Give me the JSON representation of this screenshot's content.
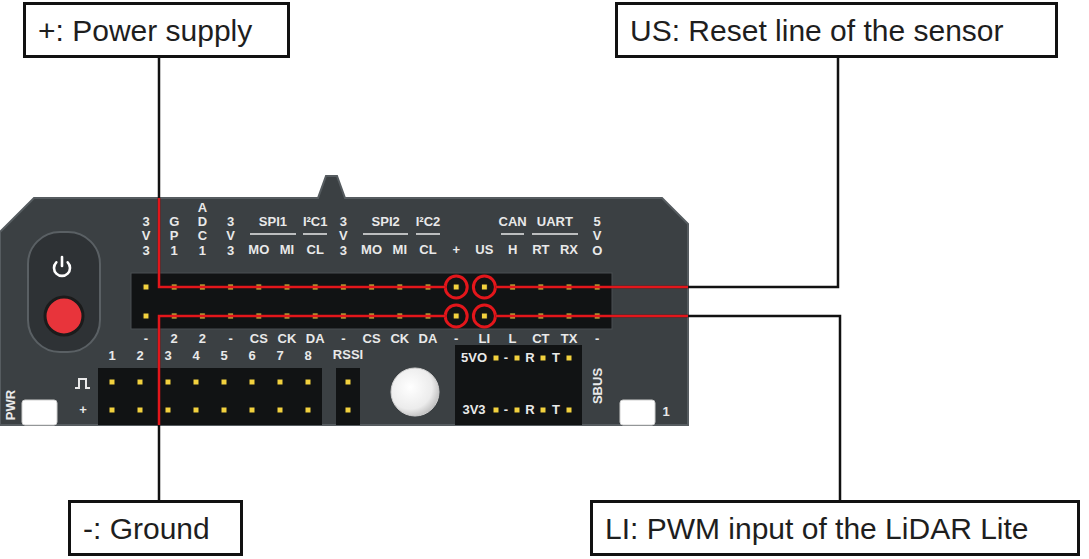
{
  "diagram": {
    "nodes": [
      {
        "text": [
          "+: Power supply"
        ]
      },
      {
        "text": [
          "US: Reset line of the sensor"
        ]
      },
      {
        "text": [
          "-: Ground"
        ]
      },
      {
        "text": [
          "LI: PWM input of the LiDAR Lite"
        ]
      }
    ],
    "labels": [
      "3V3",
      "GP1",
      "ADC1",
      "3V3",
      "SPI1",
      "I²C1",
      "MO",
      "MI",
      "CL",
      "3V3",
      "SPI2",
      "I²C2",
      "MO",
      "MI",
      "CL",
      "+",
      "US",
      "CAN",
      "UART",
      "H",
      "RT",
      "RX",
      "5VO",
      "-",
      "2",
      "2",
      "-",
      "CS",
      "CK",
      "DA",
      "-",
      "CS",
      "CK",
      "DA",
      "-",
      "LI",
      "L",
      "CT",
      "TX",
      "-",
      "1",
      "2",
      "3",
      "4",
      "5",
      "6",
      "7",
      "8",
      "RSSI",
      "5VO",
      "-",
      "R",
      "T",
      "SBUS",
      "PWR",
      "+",
      "3V3",
      "-",
      "R",
      "T",
      "1"
    ]
  }
}
